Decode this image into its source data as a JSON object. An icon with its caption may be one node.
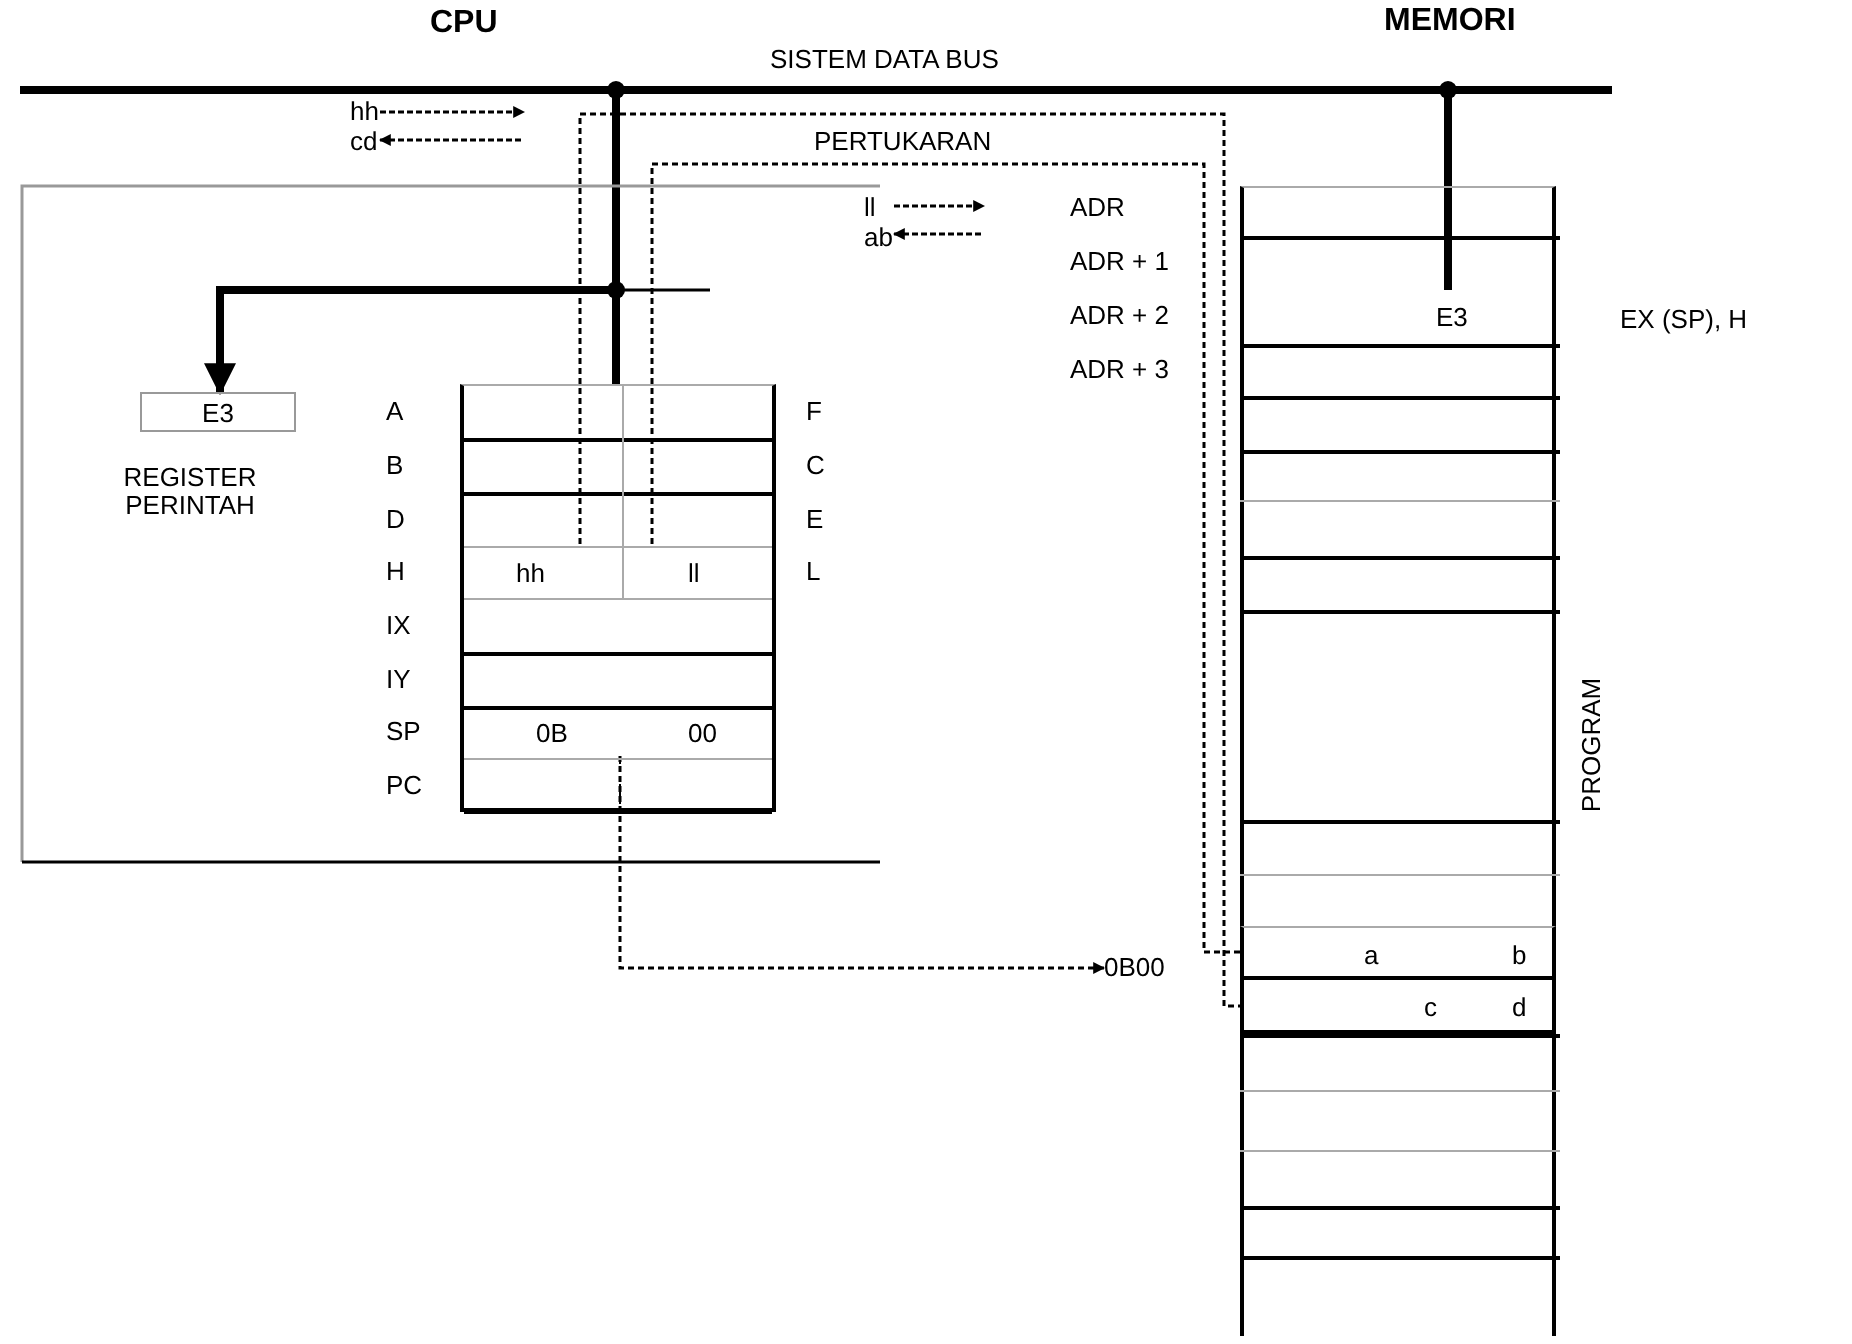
{
  "diagram": {
    "nodes": [
      {
        "text": [
          "CPU"
        ]
      },
      {
        "text": [
          "E3"
        ],
        "beside": [
          "REGISTER PERINTAH"
        ],
        "in": 0
      },
      {
        "text": [],
        "shape": "box",
        "in": 0
      },
      {
        "text": [
          "hh",
          "ll"
        ],
        "in": 2
      },
      {
        "text": [
          "0B",
          "00"
        ],
        "in": 2
      },
      {
        "text": [
          "MEMORI"
        ],
        "beside": [
          "PROGRAM"
        ]
      },
      {
        "text": [
          "E3"
        ],
        "in": 5
      },
      {
        "text": [
          "a",
          "b"
        ],
        "in": 5
      },
      {
        "text": [
          "c",
          "d"
        ],
        "in": 5
      },
      {
        "text": [
          "0B00"
        ]
      }
    ],
    "edges": [
      {
        "from": 0,
        "to": 5,
        "arrow": "none",
        "style": "thick",
        "label": "SISTEM DATA BUS"
      },
      {
        "from": 6,
        "to": 1,
        "arrow": "to",
        "style": "thick"
      },
      {
        "from": 4,
        "to": 9,
        "arrow": "to",
        "style": "dashed"
      },
      {
        "from": 3,
        "to": 8,
        "arrow": "none",
        "style": "dashed"
      },
      {
        "from": 3,
        "to": 7,
        "arrow": "none",
        "style": "dashed",
        "label": "PERTUKARAN"
      }
    ],
    "labels": [
      "hh",
      "cd",
      "ll",
      "ADR",
      "ab",
      "ADR + 1",
      "ADR + 2",
      "ADR + 3",
      "A",
      "F",
      "B",
      "C",
      "D",
      "E",
      "H",
      "L",
      "IX",
      "IY",
      "SP",
      "PC",
      "EX (SP), H"
    ]
  }
}
